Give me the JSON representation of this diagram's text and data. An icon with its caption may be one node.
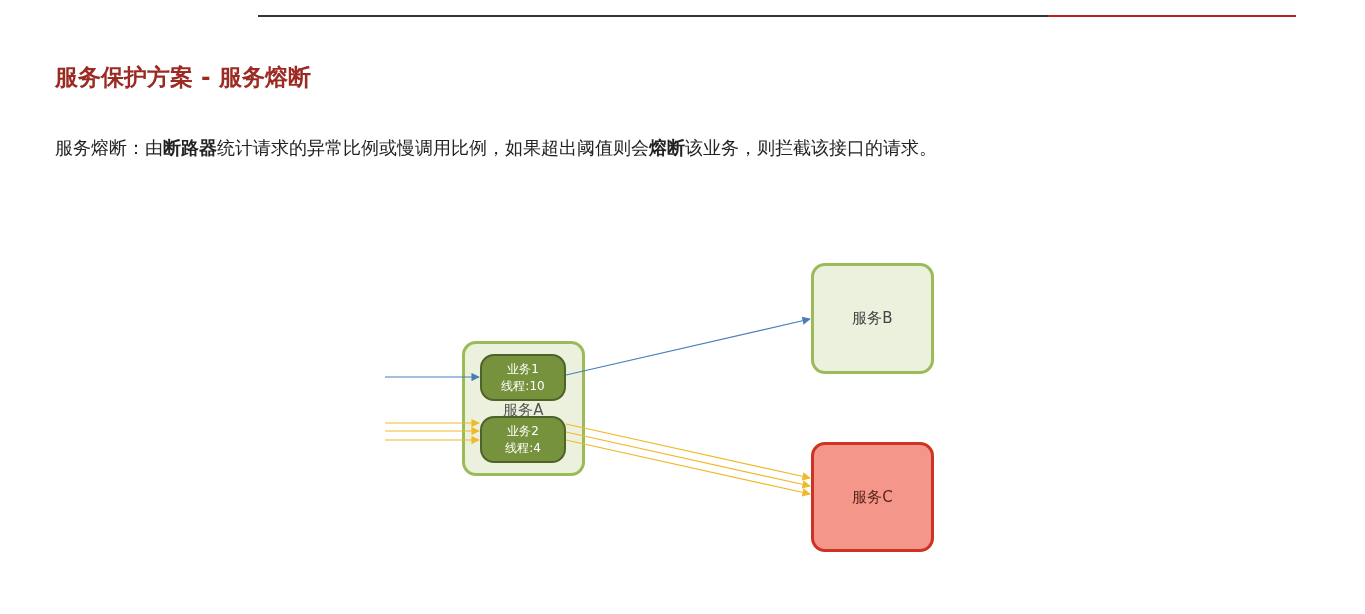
{
  "diagram": {
    "title": "服务保护方案 - 服务熔断",
    "nodes": [
      {
        "text": [
          "服务A"
        ]
      },
      {
        "text": [
          "业务1",
          "线程:10"
        ],
        "in": 0
      },
      {
        "text": [
          "业务2",
          "线程:4"
        ],
        "in": 0
      },
      {
        "text": [
          "服务B"
        ]
      },
      {
        "text": [
          "服务C"
        ]
      }
    ],
    "edges": [
      {
        "from": null,
        "to": 1,
        "arrow": "to",
        "color": "#4a7ebb"
      },
      {
        "from": 1,
        "to": 3,
        "arrow": "to",
        "color": "#4a7ebb"
      },
      {
        "from": null,
        "to": 2,
        "arrow": "to"
      },
      {
        "from": null,
        "to": 2,
        "arrow": "to"
      },
      {
        "from": null,
        "to": 2,
        "arrow": "to"
      },
      {
        "from": 2,
        "to": 4,
        "arrow": "to"
      },
      {
        "from": 2,
        "to": 4,
        "arrow": "to"
      },
      {
        "from": 2,
        "to": 4,
        "arrow": "to"
      }
    ],
    "labels": [
      "服务熔断：由**断路器**统计请求的异常比例或慢调用比例，如果超出阈值则会**熔断**该业务，则拦截该接口的请求。"
    ]
  }
}
